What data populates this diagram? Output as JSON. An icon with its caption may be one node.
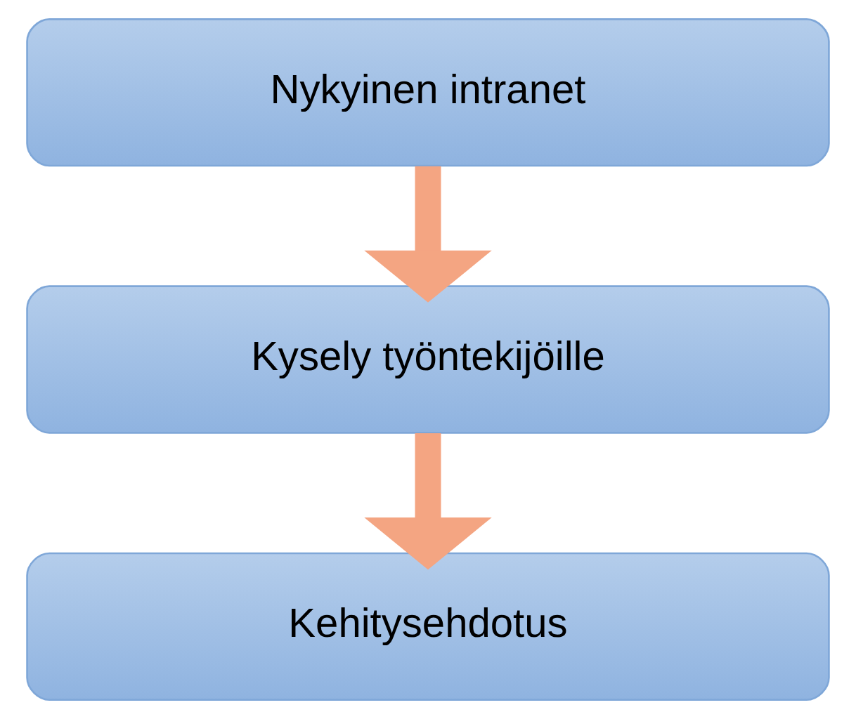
{
  "diagram": {
    "nodes": [
      {
        "text": [
          "Nykyinen intranet"
        ]
      },
      {
        "text": [
          "Kysely työntekijöille"
        ]
      },
      {
        "text": [
          "Kehitysehdotus"
        ]
      }
    ],
    "edges": [
      {
        "from": 0,
        "to": 1,
        "arrow": "to"
      },
      {
        "from": 1,
        "to": 2,
        "arrow": "to"
      }
    ]
  }
}
